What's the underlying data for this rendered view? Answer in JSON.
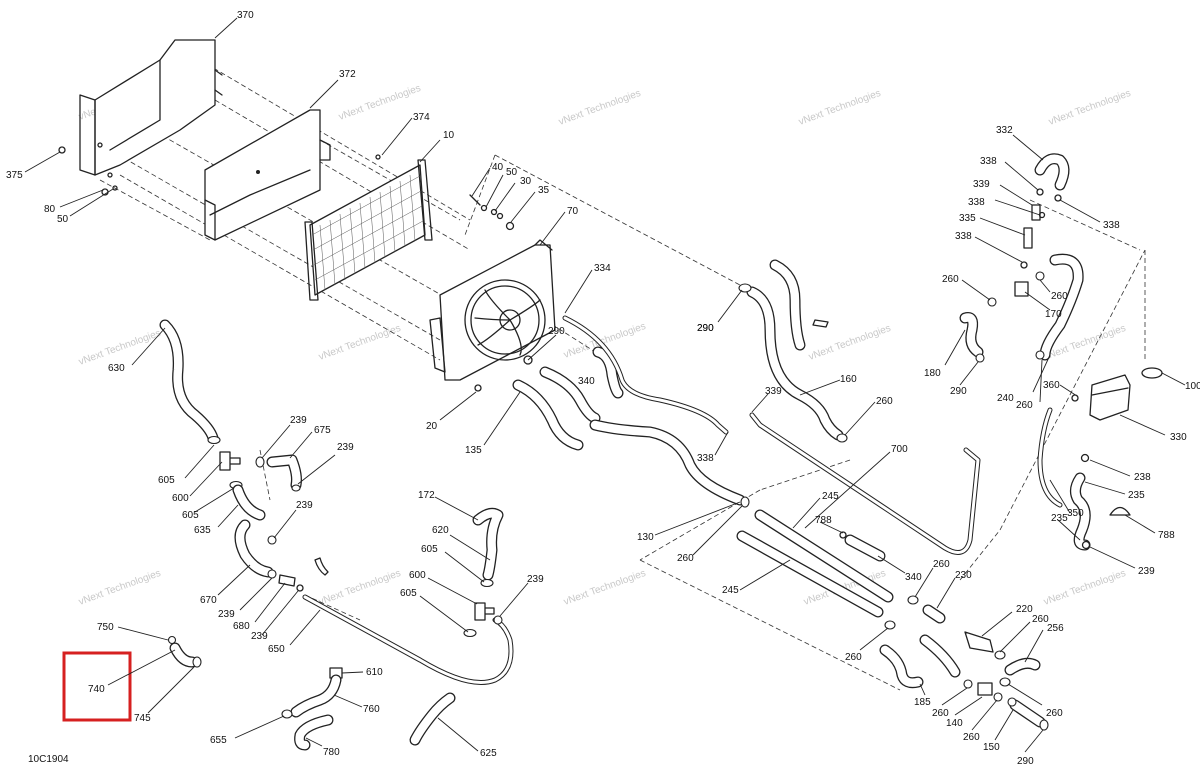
{
  "diagram_code": "10C1904",
  "watermark": "vNext Technologies",
  "highlight_color": "#d62020",
  "callouts": [
    {
      "id": "c370",
      "text": "370"
    },
    {
      "id": "c372",
      "text": "372"
    },
    {
      "id": "c374",
      "text": "374"
    },
    {
      "id": "c10",
      "text": "10"
    },
    {
      "id": "c375",
      "text": "375"
    },
    {
      "id": "c80",
      "text": "80"
    },
    {
      "id": "c50a",
      "text": "50"
    },
    {
      "id": "c40",
      "text": "40"
    },
    {
      "id": "c50b",
      "text": "50"
    },
    {
      "id": "c30",
      "text": "30"
    },
    {
      "id": "c35",
      "text": "35"
    },
    {
      "id": "c70",
      "text": "70"
    },
    {
      "id": "c334",
      "text": "334"
    },
    {
      "id": "c290a",
      "text": "290"
    },
    {
      "id": "c290b",
      "text": "290"
    },
    {
      "id": "c340a",
      "text": "340"
    },
    {
      "id": "c20",
      "text": "20"
    },
    {
      "id": "c135",
      "text": "135"
    },
    {
      "id": "c630",
      "text": "630"
    },
    {
      "id": "c239a",
      "text": "239"
    },
    {
      "id": "c675",
      "text": "675"
    },
    {
      "id": "c239b",
      "text": "239"
    },
    {
      "id": "c605a",
      "text": "605"
    },
    {
      "id": "c600a",
      "text": "600"
    },
    {
      "id": "c605b",
      "text": "605"
    },
    {
      "id": "c635",
      "text": "635"
    },
    {
      "id": "c239c",
      "text": "239"
    },
    {
      "id": "c670",
      "text": "670"
    },
    {
      "id": "c239d",
      "text": "239"
    },
    {
      "id": "c680",
      "text": "680"
    },
    {
      "id": "c239e",
      "text": "239"
    },
    {
      "id": "c650",
      "text": "650"
    },
    {
      "id": "c172",
      "text": "172"
    },
    {
      "id": "c620",
      "text": "620"
    },
    {
      "id": "c605c",
      "text": "605"
    },
    {
      "id": "c600b",
      "text": "600"
    },
    {
      "id": "c605d",
      "text": "605"
    },
    {
      "id": "c239f",
      "text": "239"
    },
    {
      "id": "c750",
      "text": "750"
    },
    {
      "id": "c740",
      "text": "740"
    },
    {
      "id": "c745",
      "text": "745"
    },
    {
      "id": "c610",
      "text": "610"
    },
    {
      "id": "c760",
      "text": "760"
    },
    {
      "id": "c655",
      "text": "655"
    },
    {
      "id": "c780",
      "text": "780"
    },
    {
      "id": "c625",
      "text": "625"
    },
    {
      "id": "c290c",
      "text": "290"
    },
    {
      "id": "c339a",
      "text": "339"
    },
    {
      "id": "c160",
      "text": "160"
    },
    {
      "id": "c260a",
      "text": "260"
    },
    {
      "id": "c338a",
      "text": "338"
    },
    {
      "id": "c700",
      "text": "700"
    },
    {
      "id": "c130",
      "text": "130"
    },
    {
      "id": "c245a",
      "text": "245"
    },
    {
      "id": "c260b",
      "text": "260"
    },
    {
      "id": "c788a",
      "text": "788"
    },
    {
      "id": "c340b",
      "text": "340"
    },
    {
      "id": "c245b",
      "text": "245"
    },
    {
      "id": "c260c",
      "text": "260"
    },
    {
      "id": "c230",
      "text": "230"
    },
    {
      "id": "c220",
      "text": "220"
    },
    {
      "id": "c260d",
      "text": "260"
    },
    {
      "id": "c256",
      "text": "256"
    },
    {
      "id": "c260e",
      "text": "260"
    },
    {
      "id": "c185",
      "text": "185"
    },
    {
      "id": "c260f",
      "text": "260"
    },
    {
      "id": "c140",
      "text": "140"
    },
    {
      "id": "c260g",
      "text": "260"
    },
    {
      "id": "c150",
      "text": "150"
    },
    {
      "id": "c260h",
      "text": "260"
    },
    {
      "id": "c290d",
      "text": "290"
    },
    {
      "id": "c332",
      "text": "332"
    },
    {
      "id": "c338b",
      "text": "338"
    },
    {
      "id": "c339b",
      "text": "339"
    },
    {
      "id": "c338c",
      "text": "338"
    },
    {
      "id": "c335",
      "text": "335"
    },
    {
      "id": "c338d",
      "text": "338"
    },
    {
      "id": "c338e",
      "text": "338"
    },
    {
      "id": "c260i",
      "text": "260"
    },
    {
      "id": "c260j",
      "text": "260"
    },
    {
      "id": "c170",
      "text": "170"
    },
    {
      "id": "c180",
      "text": "180"
    },
    {
      "id": "c290e",
      "text": "290"
    },
    {
      "id": "c240",
      "text": "240"
    },
    {
      "id": "c260k",
      "text": "260"
    },
    {
      "id": "c360",
      "text": "360"
    },
    {
      "id": "c100",
      "text": "100"
    },
    {
      "id": "c330",
      "text": "330"
    },
    {
      "id": "c238",
      "text": "238"
    },
    {
      "id": "c235a",
      "text": "235"
    },
    {
      "id": "c350",
      "text": "350"
    },
    {
      "id": "c788b",
      "text": "788"
    },
    {
      "id": "c235b",
      "text": "235"
    },
    {
      "id": "c239g",
      "text": "239"
    }
  ]
}
